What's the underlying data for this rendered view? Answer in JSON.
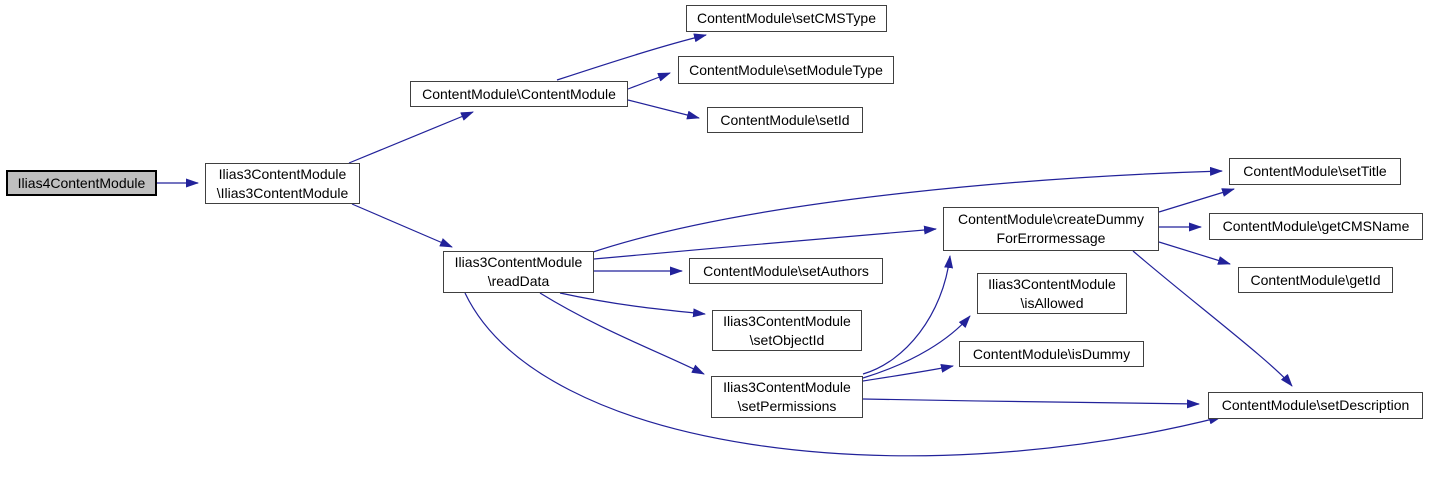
{
  "diagram": {
    "type": "call-graph",
    "colors": {
      "edge": "#22229a",
      "node_border": "#404040",
      "node_fill": "#ffffff",
      "current_node_fill": "#bfbfbf",
      "text": "#000000",
      "background": "#ffffff"
    },
    "nodes": [
      {
        "id": "ilias4-content-module",
        "label": "Ilias4ContentModule",
        "current": true
      },
      {
        "id": "ilias3-content-module-ctor",
        "label": "Ilias3ContentModule\n\\Ilias3ContentModule"
      },
      {
        "id": "content-module-ctor",
        "label": "ContentModule\\ContentModule"
      },
      {
        "id": "set-cms-type",
        "label": "ContentModule\\setCMSType"
      },
      {
        "id": "set-module-type",
        "label": "ContentModule\\setModuleType"
      },
      {
        "id": "set-id",
        "label": "ContentModule\\setId"
      },
      {
        "id": "read-data",
        "label": "Ilias3ContentModule\n\\readData"
      },
      {
        "id": "set-authors",
        "label": "ContentModule\\setAuthors"
      },
      {
        "id": "set-object-id",
        "label": "Ilias3ContentModule\n\\setObjectId"
      },
      {
        "id": "set-permissions",
        "label": "Ilias3ContentModule\n\\setPermissions"
      },
      {
        "id": "create-dummy-for-errormessage",
        "label": "ContentModule\\createDummy\nForErrormessage"
      },
      {
        "id": "is-allowed",
        "label": "Ilias3ContentModule\n\\isAllowed"
      },
      {
        "id": "is-dummy",
        "label": "ContentModule\\isDummy"
      },
      {
        "id": "set-title",
        "label": "ContentModule\\setTitle"
      },
      {
        "id": "get-cms-name",
        "label": "ContentModule\\getCMSName"
      },
      {
        "id": "get-id",
        "label": "ContentModule\\getId"
      },
      {
        "id": "set-description",
        "label": "ContentModule\\setDescription"
      }
    ],
    "edges": [
      {
        "from": "ilias4-content-module",
        "to": "ilias3-content-module-ctor"
      },
      {
        "from": "ilias3-content-module-ctor",
        "to": "content-module-ctor"
      },
      {
        "from": "ilias3-content-module-ctor",
        "to": "read-data"
      },
      {
        "from": "content-module-ctor",
        "to": "set-cms-type"
      },
      {
        "from": "content-module-ctor",
        "to": "set-module-type"
      },
      {
        "from": "content-module-ctor",
        "to": "set-id"
      },
      {
        "from": "read-data",
        "to": "set-title"
      },
      {
        "from": "read-data",
        "to": "create-dummy-for-errormessage"
      },
      {
        "from": "read-data",
        "to": "set-authors"
      },
      {
        "from": "read-data",
        "to": "set-object-id"
      },
      {
        "from": "read-data",
        "to": "set-permissions"
      },
      {
        "from": "read-data",
        "to": "set-description"
      },
      {
        "from": "set-permissions",
        "to": "create-dummy-for-errormessage"
      },
      {
        "from": "set-permissions",
        "to": "is-allowed"
      },
      {
        "from": "set-permissions",
        "to": "is-dummy"
      },
      {
        "from": "set-permissions",
        "to": "set-description"
      },
      {
        "from": "create-dummy-for-errormessage",
        "to": "set-title"
      },
      {
        "from": "create-dummy-for-errormessage",
        "to": "get-cms-name"
      },
      {
        "from": "create-dummy-for-errormessage",
        "to": "get-id"
      },
      {
        "from": "create-dummy-for-errormessage",
        "to": "set-description"
      }
    ]
  }
}
